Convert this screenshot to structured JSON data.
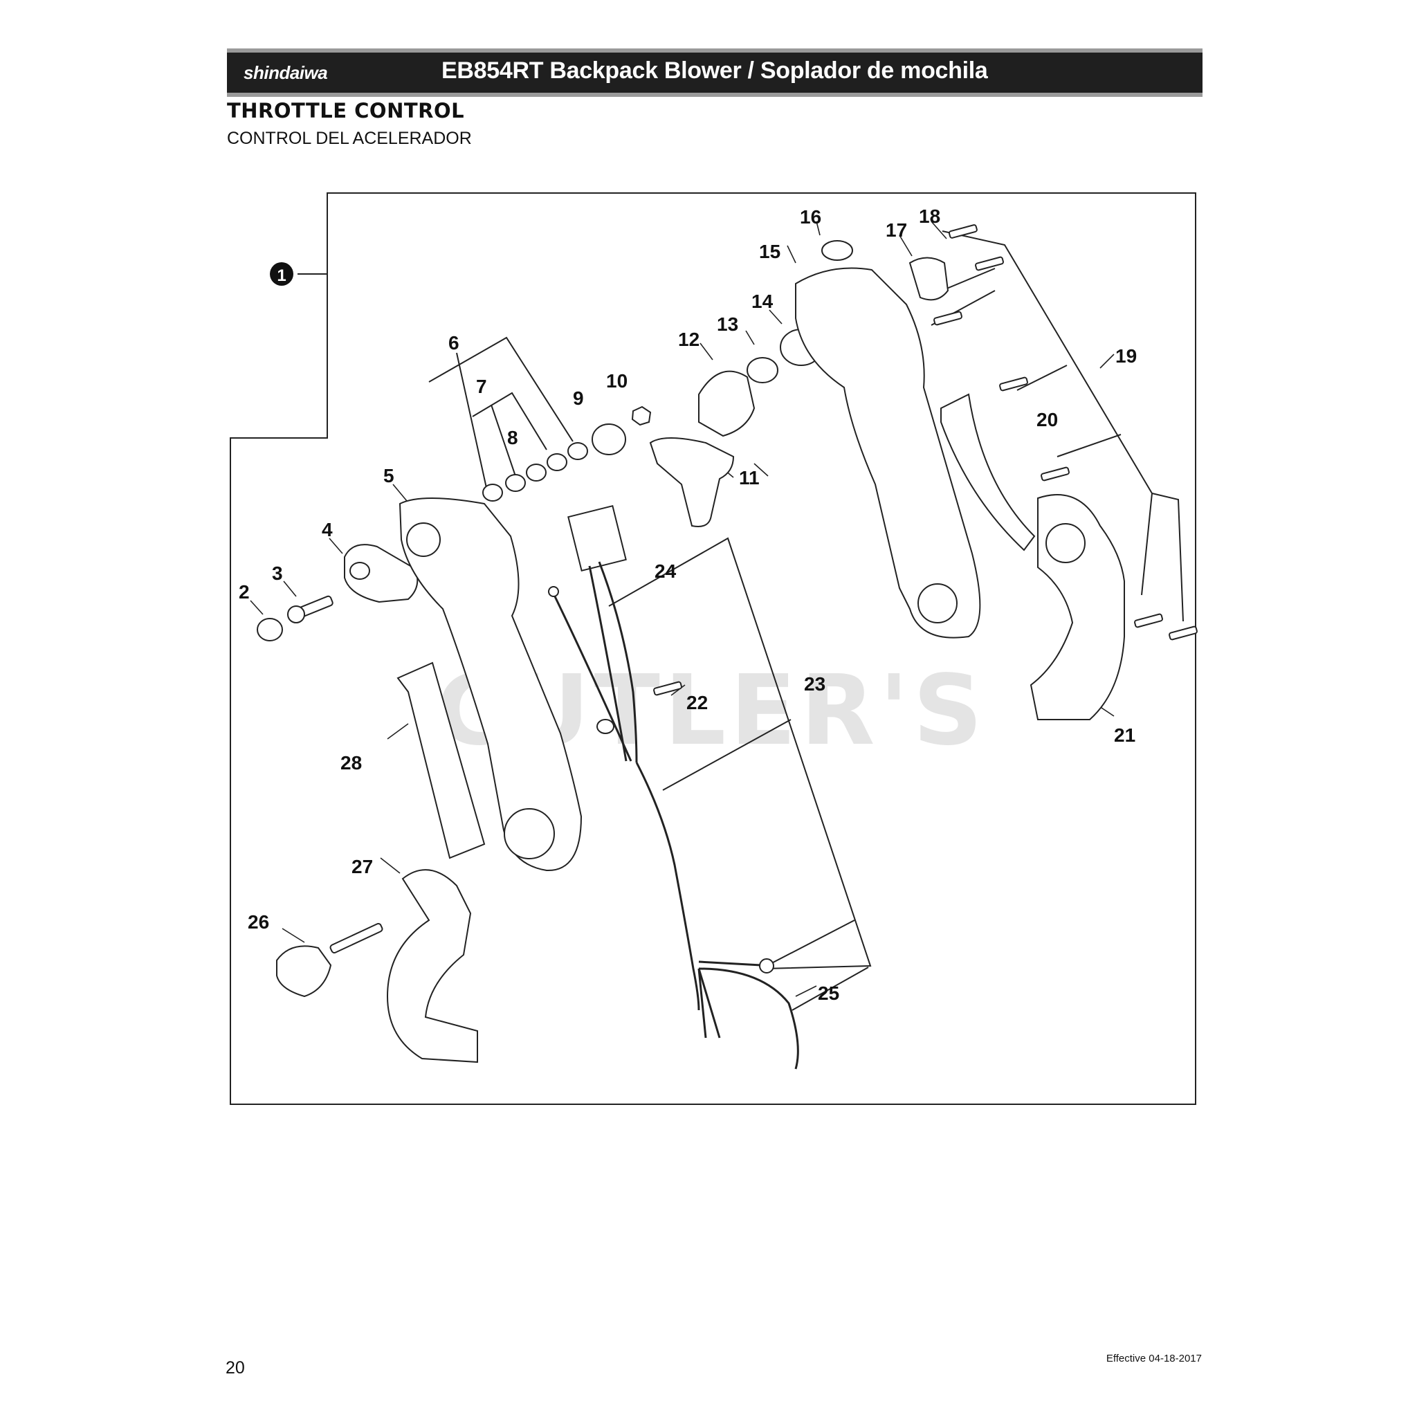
{
  "header": {
    "brand": "shindaiwa",
    "title": "EB854RT Backpack Blower / Soplador de mochila"
  },
  "section": {
    "title": "THROTTLE CONTROL",
    "subtitle": "CONTROL DEL ACELERADOR"
  },
  "diagram": {
    "assembly_callout": "1",
    "watermark": "CUTLER'S",
    "callouts": [
      "2",
      "3",
      "4",
      "5",
      "6",
      "7",
      "8",
      "9",
      "10",
      "11",
      "12",
      "13",
      "14",
      "15",
      "16",
      "17",
      "18",
      "19",
      "20",
      "21",
      "22",
      "23",
      "24",
      "25",
      "26",
      "27",
      "28"
    ]
  },
  "footer": {
    "page_number": "20",
    "effective": "Effective 04-18-2017"
  }
}
